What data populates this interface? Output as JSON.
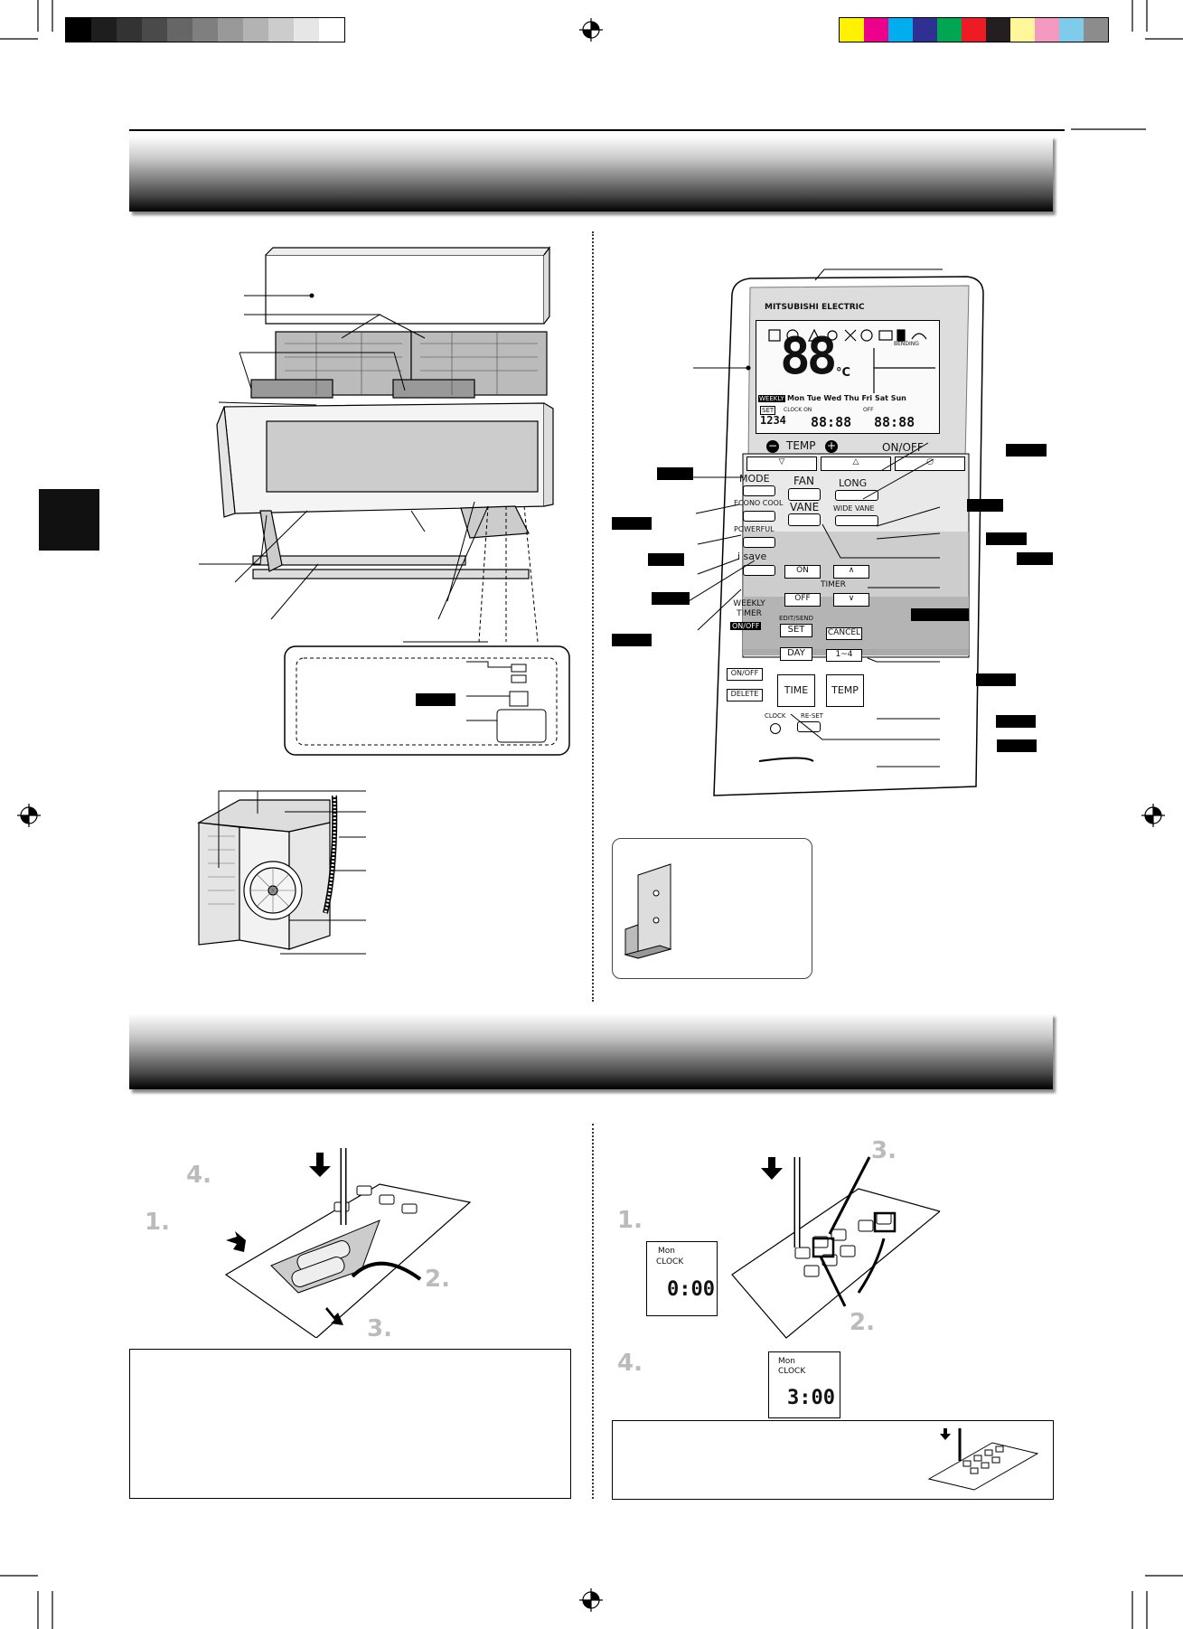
{
  "brand": "MITSUBISHI ELECTRIC",
  "remote": {
    "temp_label": "TEMP",
    "onoff_label": "ON/OFF",
    "mode": "MODE",
    "econo_cool": "ECONO COOL",
    "powerful": "POWERFUL",
    "isave": "i save",
    "fan": "FAN",
    "long": "LONG",
    "vane": "VANE",
    "wide_vane": "WIDE VANE",
    "on": "ON",
    "off": "OFF",
    "timer": "TIMER",
    "weekly_timer": "WEEKLY TIMER",
    "weekly_onoff": "ON/OFF",
    "edit_send": "EDIT/SEND",
    "set": "SET",
    "cancel": "CANCEL",
    "day": "DAY",
    "range": "1~4",
    "onoff2": "ON/OFF",
    "delete": "DELETE",
    "time": "TIME",
    "temp2": "TEMP",
    "clock": "CLOCK",
    "reset": "RE-SET",
    "display": {
      "big": "88",
      "unit": "°C",
      "weekly": "WEEKLY",
      "days": "Mon Tue Wed Thu Fri Sat Sun",
      "set": "SET",
      "clock_on": "CLOCK ON",
      "off": "OFF",
      "nums": "1234",
      "time1": "88:88",
      "time2": "88:88",
      "bending": "BENDING"
    }
  },
  "battery_steps": {
    "s1": "1.",
    "s2": "2.",
    "s3": "3.",
    "s4": "4."
  },
  "clock_steps": {
    "s1": "1.",
    "s2": "2.",
    "s3": "3.",
    "s4": "4."
  },
  "clock_display1": {
    "day": "Mon",
    "clock": "CLOCK",
    "time": "0:00"
  },
  "clock_display2": {
    "day": "Mon",
    "clock": "CLOCK",
    "time": "3:00"
  }
}
